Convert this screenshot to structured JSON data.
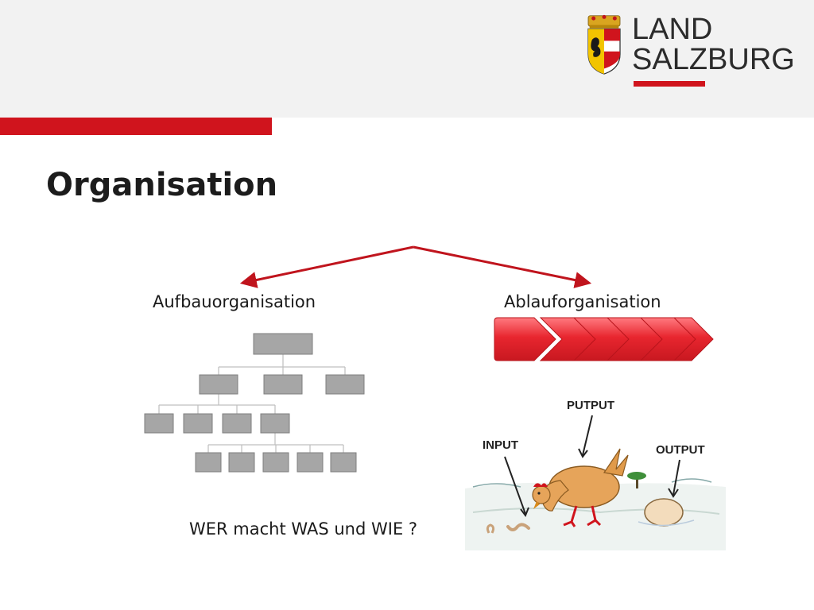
{
  "header": {
    "logo_line1": "LAND",
    "logo_line2": "SALZBURG",
    "brand_color": "#d0141d"
  },
  "slide": {
    "title": "Organisation",
    "left_label": "Aufbauorganisation",
    "right_label": "Ablauforganisation",
    "question": "WER macht WAS und WIE ?"
  },
  "illustration": {
    "label_input": "INPUT",
    "label_putput": "PUTPUT",
    "label_output": "OUTPUT"
  },
  "colors": {
    "arrow": "#c0141d",
    "org_box": "#a6a6a6",
    "org_line": "#bfbfbf",
    "chevron": "#e8262f"
  }
}
